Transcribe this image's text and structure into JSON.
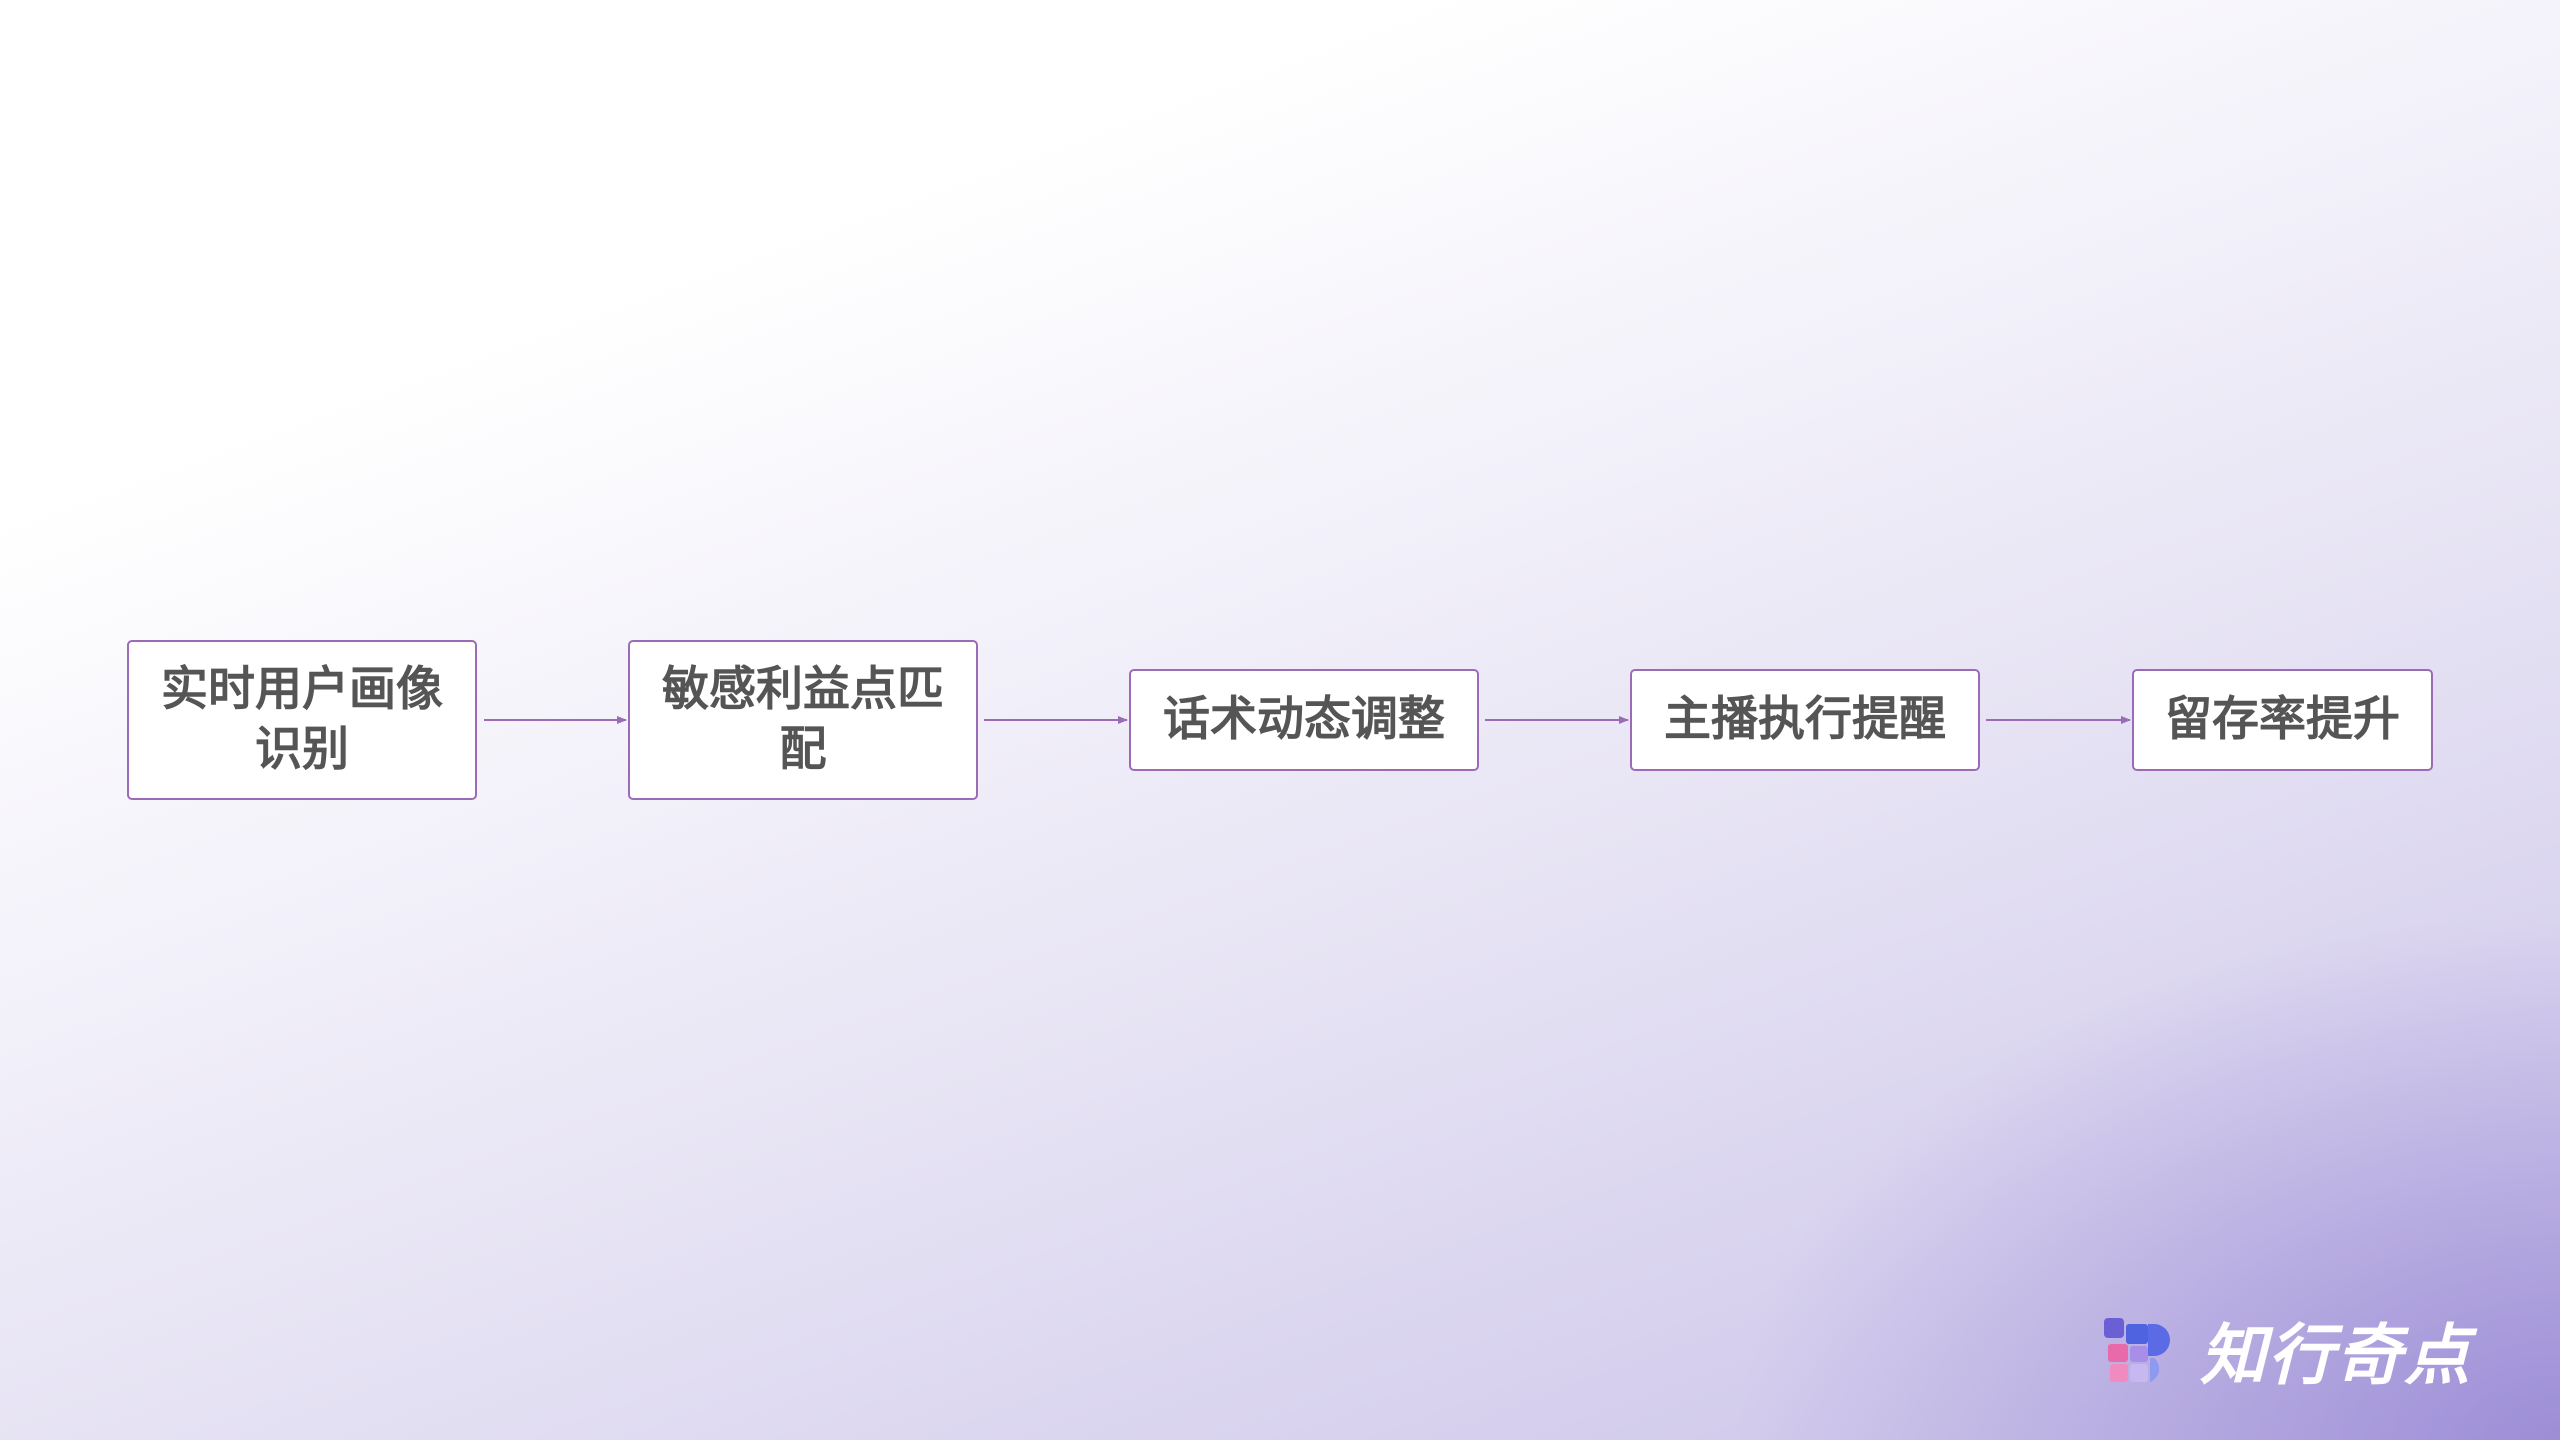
{
  "flow": {
    "steps": [
      {
        "label": "实时用户画像识别"
      },
      {
        "label": "敏感利益点匹配"
      },
      {
        "label": "话术动态调整"
      },
      {
        "label": "主播执行提醒"
      },
      {
        "label": "留存率提升"
      }
    ],
    "colors": {
      "border": "#9b6bb8",
      "arrow": "#9b6bb8",
      "text": "#555555"
    }
  },
  "brand": {
    "name": "知行奇点",
    "icon": "brand-logo-icon"
  }
}
